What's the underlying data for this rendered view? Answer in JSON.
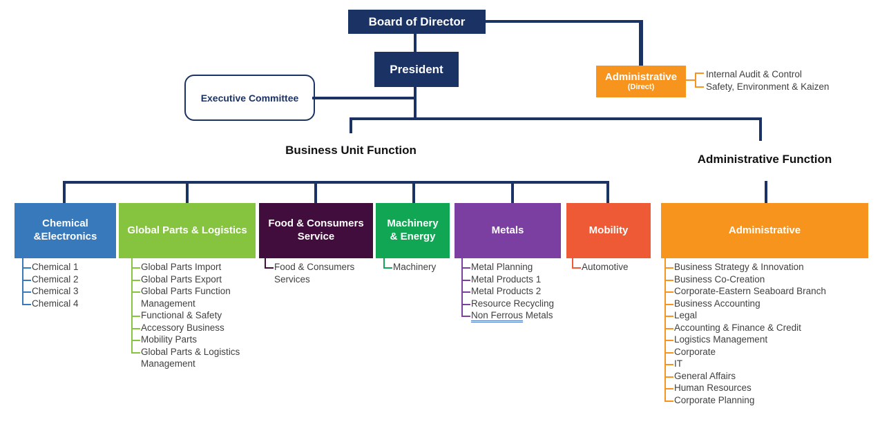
{
  "colors": {
    "navy": "#1B3264",
    "orange": "#F7941E",
    "list_text": "#3F3F3F",
    "underline_blue": "#4472C4"
  },
  "nodes": {
    "board": "Board of Director",
    "president": "President",
    "executive_committee": "Executive Committee"
  },
  "admin_direct": {
    "title": "Administrative",
    "subtitle": "(Direct)",
    "items": [
      "Internal Audit & Control",
      "Safety, Environment & Kaizen"
    ]
  },
  "section_labels": {
    "business_unit": "Business Unit Function",
    "administrative": "Administrative Function"
  },
  "units": [
    {
      "id": "chemical",
      "label": "Chemical\n&Electronics",
      "color": "#3879BC",
      "items": [
        "Chemical 1",
        "Chemical 2",
        "Chemical 3",
        "Chemical 4"
      ]
    },
    {
      "id": "global-parts",
      "label": "Global Parts & Logistics",
      "color": "#86C440",
      "items": [
        "Global Parts Import",
        "Global Parts Export",
        "Global Parts Function Management",
        "Functional & Safety",
        "Accessory Business",
        "Mobility Parts",
        "Global Parts & Logistics Management"
      ]
    },
    {
      "id": "food",
      "label": "Food & Consumers\nService",
      "color": "#400D3C",
      "items": [
        "Food & Consumers Services"
      ]
    },
    {
      "id": "machinery",
      "label": "Machinery\n& Energy",
      "color": "#10A653",
      "items": [
        "Machinery"
      ]
    },
    {
      "id": "metals",
      "label": "Metals",
      "color": "#7B3FA2",
      "items": [
        "Metal Planning",
        "Metal Products 1",
        "Metal Products 2",
        "Resource Recycling",
        {
          "text": "Non Ferrous Metals",
          "underline": "Non Ferrous"
        }
      ]
    },
    {
      "id": "mobility",
      "label": "Mobility",
      "color": "#EE5A35",
      "items": [
        "Automotive"
      ]
    },
    {
      "id": "administrative",
      "label": "Administrative",
      "color": "#F7941E",
      "items": [
        "Business Strategy & Innovation",
        "Business Co-Creation",
        "Corporate-Eastern Seaboard Branch",
        "Business Accounting",
        "Legal",
        "Accounting & Finance & Credit",
        "Logistics Management",
        "Corporate",
        "IT",
        "General Affairs",
        "Human Resources",
        "Corporate Planning"
      ]
    }
  ]
}
